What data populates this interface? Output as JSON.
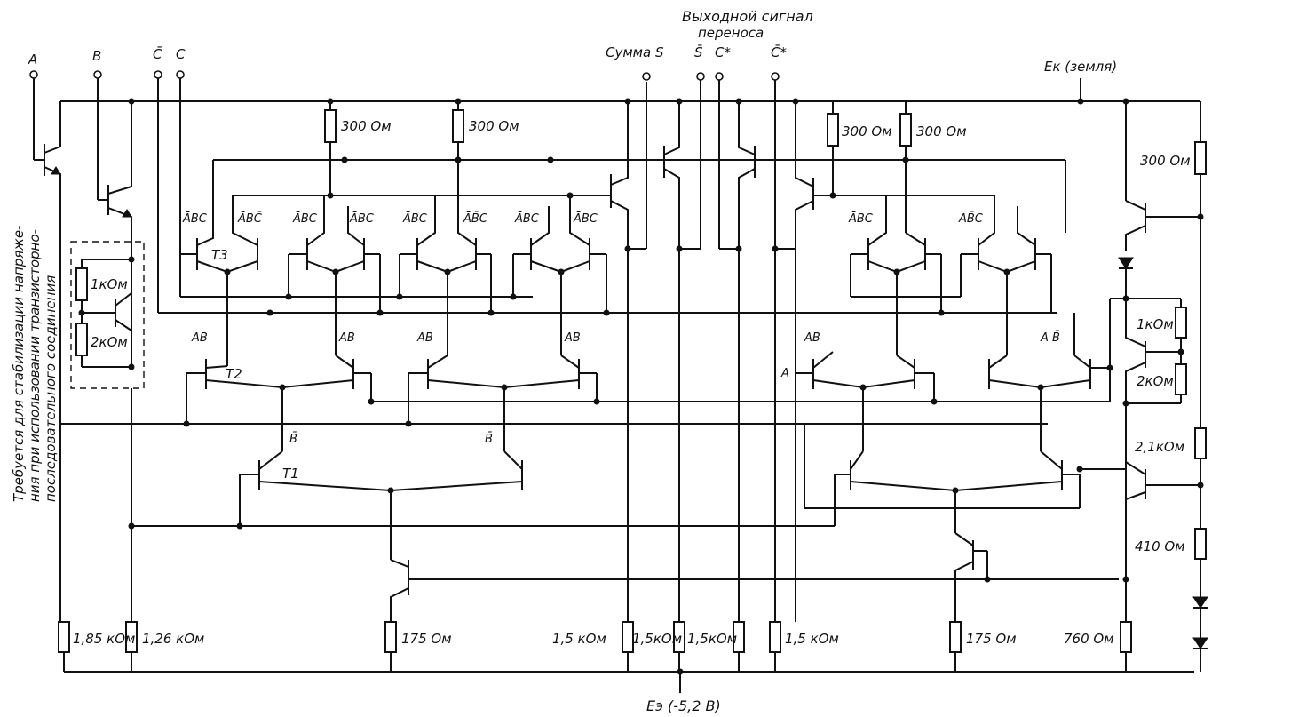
{
  "inputs": {
    "a": "A",
    "b": "B",
    "c_bar": "C̄",
    "c": "C"
  },
  "outputs": {
    "carry_title_line1": "Выходной сигнал",
    "carry_title_line2": "переноса",
    "sum": "Сумма S",
    "s_bar": "S̄",
    "c_star": "C*",
    "c_star_bar": "C̄*"
  },
  "supply": {
    "ground": "Eк (земля)",
    "emitter": "Eэ (-5,2 В)"
  },
  "note": {
    "line1": "Требуется для стабилизации напряже-",
    "line2": "ния при использовании транзисторно-",
    "line3": "последовательного соединения"
  },
  "transistor_labels": {
    "t1": "T1",
    "t2": "T2",
    "t3": "T3"
  },
  "resistors": {
    "r300_1": "300 Ом",
    "r300_2": "300 Ом",
    "r300_3": "300 Ом",
    "r300_4": "300 Ом",
    "r300_5": "300 Ом",
    "r1k_left": "1кОм",
    "r2k_left": "2кОм",
    "r1k_right": "1кОм",
    "r2k_right": "2кОм",
    "r2_1k": "2,1кОм",
    "r410": "410 Ом",
    "r1_85k": "1,85 кОм",
    "r1_26k": "1,26 кОм",
    "r175_left": "175 Ом",
    "r1_5k_1": "1,5 кОм",
    "r1_5k_2": "1,5кОм",
    "r1_5k_3": "1,5кОм",
    "r1_5k_4": "1,5 кОм",
    "r175_right": "175 Ом",
    "r760": "760 Ом"
  },
  "logic_labels": {
    "g1": "ĀBC",
    "g2": "ĀBC̄",
    "g3": "ĀBC",
    "g4": "ĀBC",
    "g5": "ĀBC",
    "g6": "ĀB̄C",
    "g7": "ĀBC",
    "g8": "ĀBC",
    "g9": "ĀBC",
    "g10": "AB̄C",
    "l_ab1": "ĀB",
    "l_ab2": "ĀB",
    "l_ab3": "ĀB",
    "l_ab4": "ĀB",
    "l_ab5": "ĀB",
    "l_ab6": "Ā B̄",
    "l_b1": "B̄",
    "l_b2": "B̄",
    "l_a": "A"
  }
}
